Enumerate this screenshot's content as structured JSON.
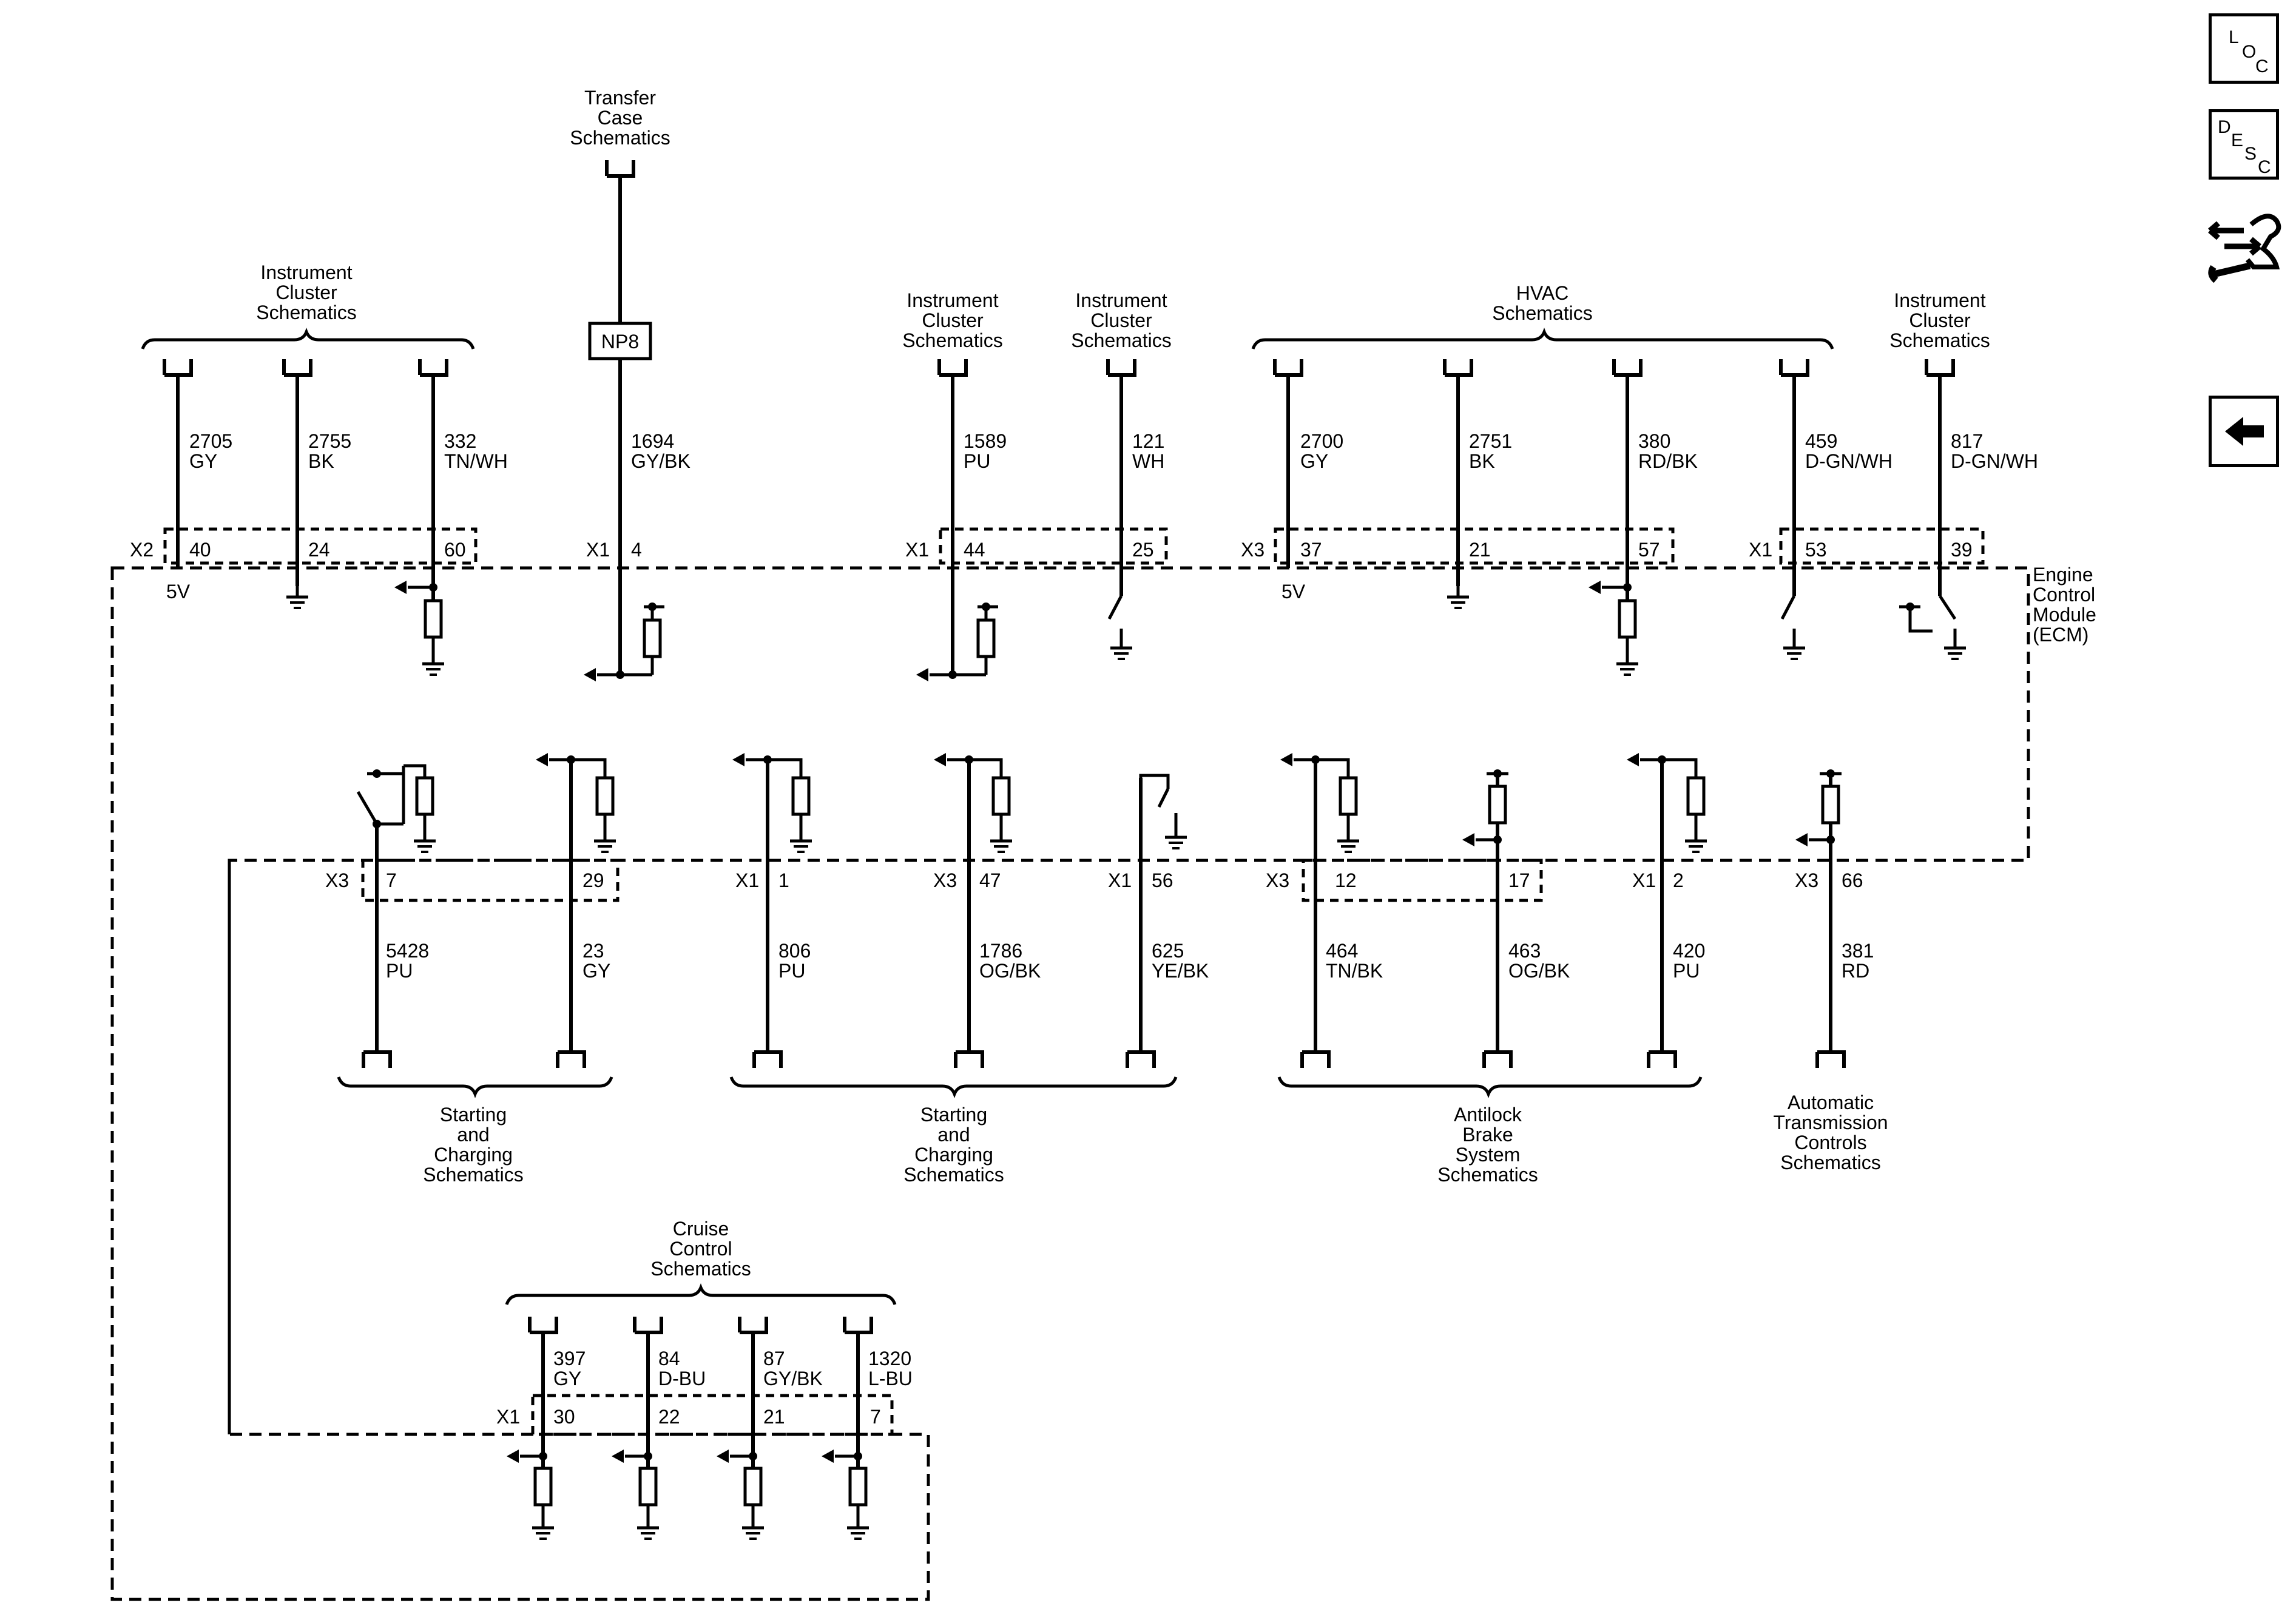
{
  "module": {
    "lines": [
      "Engine",
      "Control",
      "Module",
      "(ECM)"
    ]
  },
  "sidebar": {
    "loc": [
      "L",
      "O",
      "C"
    ],
    "desc": [
      "D",
      "E",
      "S",
      "C"
    ]
  },
  "top_groups": [
    {
      "lines": [
        "Instrument",
        "Cluster",
        "Schematics"
      ]
    },
    {
      "lines": [
        "Transfer",
        "Case",
        "Schematics"
      ]
    },
    {
      "lines": [
        "Instrument",
        "Cluster",
        "Schematics"
      ]
    },
    {
      "lines": [
        "Instrument",
        "Cluster",
        "Schematics"
      ]
    },
    {
      "lines": [
        "HVAC",
        "Schematics"
      ]
    },
    {
      "lines": [
        "Instrument",
        "Cluster",
        "Schematics"
      ]
    }
  ],
  "inline_component": "NP8",
  "top_connectors": [
    "X2",
    "X1",
    "X1",
    "X3",
    "X1"
  ],
  "top_circuits": [
    {
      "circuit": "2705",
      "color": "GY",
      "pin": "40",
      "note": "5V"
    },
    {
      "circuit": "2755",
      "color": "BK",
      "pin": "24"
    },
    {
      "circuit": "332",
      "color": "TN/WH",
      "pin": "60"
    },
    {
      "circuit": "1694",
      "color": "GY/BK",
      "pin": "4"
    },
    {
      "circuit": "1589",
      "color": "PU",
      "pin": "44"
    },
    {
      "circuit": "121",
      "color": "WH",
      "pin": "25"
    },
    {
      "circuit": "2700",
      "color": "GY",
      "pin": "37",
      "note": "5V"
    },
    {
      "circuit": "2751",
      "color": "BK",
      "pin": "21"
    },
    {
      "circuit": "380",
      "color": "RD/BK",
      "pin": "57"
    },
    {
      "circuit": "459",
      "color": "D-GN/WH",
      "pin": "53"
    },
    {
      "circuit": "817",
      "color": "D-GN/WH",
      "pin": "39"
    }
  ],
  "mid_connectors": [
    "X3",
    "X1",
    "X3",
    "X1",
    "X3",
    "X1",
    "X3"
  ],
  "mid_circuits": [
    {
      "circuit": "5428",
      "color": "PU",
      "pin": "7"
    },
    {
      "circuit": "23",
      "color": "GY",
      "pin": "29"
    },
    {
      "circuit": "806",
      "color": "PU",
      "pin": "1"
    },
    {
      "circuit": "1786",
      "color": "OG/BK",
      "pin": "47"
    },
    {
      "circuit": "625",
      "color": "YE/BK",
      "pin": "56"
    },
    {
      "circuit": "464",
      "color": "TN/BK",
      "pin": "12"
    },
    {
      "circuit": "463",
      "color": "OG/BK",
      "pin": "17"
    },
    {
      "circuit": "420",
      "color": "PU",
      "pin": "2"
    },
    {
      "circuit": "381",
      "color": "RD",
      "pin": "66"
    }
  ],
  "mid_groups": [
    {
      "lines": [
        "Starting",
        "and",
        "Charging",
        "Schematics"
      ]
    },
    {
      "lines": [
        "Starting",
        "and",
        "Charging",
        "Schematics"
      ]
    },
    {
      "lines": [
        "Antilock",
        "Brake",
        "System",
        "Schematics"
      ]
    },
    {
      "lines": [
        "Automatic",
        "Transmission",
        "Controls",
        "Schematics"
      ]
    }
  ],
  "cruise_group": {
    "lines": [
      "Cruise",
      "Control",
      "Schematics"
    ]
  },
  "cruise_connector": "X1",
  "cruise_circuits": [
    {
      "circuit": "397",
      "color": "GY",
      "pin": "30"
    },
    {
      "circuit": "84",
      "color": "D-BU",
      "pin": "22"
    },
    {
      "circuit": "87",
      "color": "GY/BK",
      "pin": "21"
    },
    {
      "circuit": "1320",
      "color": "L-BU",
      "pin": "7"
    }
  ]
}
